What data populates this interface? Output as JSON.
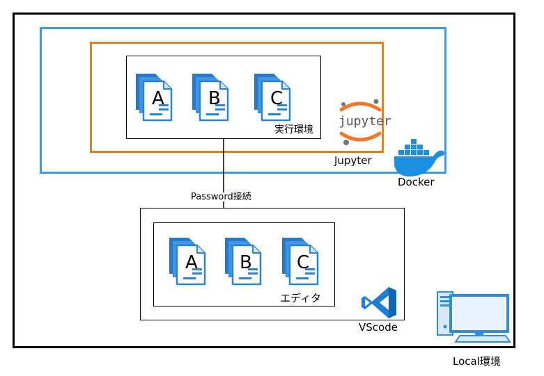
{
  "labels": {
    "local_env": "Local環境",
    "docker": "Docker",
    "jupyter": "Jupyter",
    "jupyter_logo_text": "jupyter",
    "exec_env": "実行環境",
    "connection": "Password接続",
    "vscode": "VScode",
    "editor": "エディタ"
  },
  "files": {
    "top": [
      "A",
      "B",
      "C"
    ],
    "bottom": [
      "A",
      "B",
      "C"
    ]
  },
  "colors": {
    "docker_border": "#3d9be9",
    "jupyter_border": "#e67e22",
    "file_dark": "#1f6fc2",
    "file_mid": "#4aa3e6",
    "file_light": "#dbeeff",
    "docker_whale": "#1d8fe1",
    "vscode_blue": "#1b7fd6",
    "pc_blue": "#2b8fe0"
  }
}
